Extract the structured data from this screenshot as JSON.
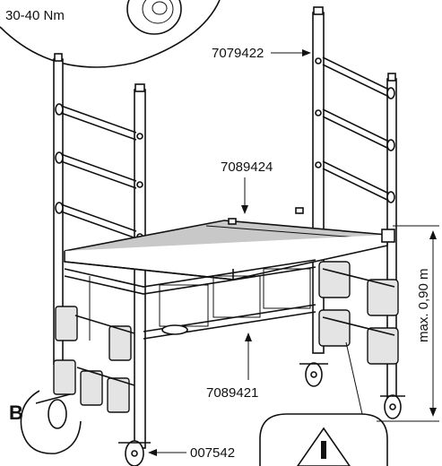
{
  "labels": {
    "torque": "30-40 Nm",
    "top_part": "7079422",
    "platform_part": "7089424",
    "brace_part": "7089421",
    "castor_part": "007542",
    "height": "max. 0,90 m",
    "detail": "B"
  },
  "colors": {
    "line": "#111111",
    "platform": "#c8c8c8",
    "ballast": "#e4e4e4",
    "background": "#ffffff"
  },
  "icons": [
    "warning-icon",
    "castor-wheel-icon",
    "bolt-icon"
  ]
}
